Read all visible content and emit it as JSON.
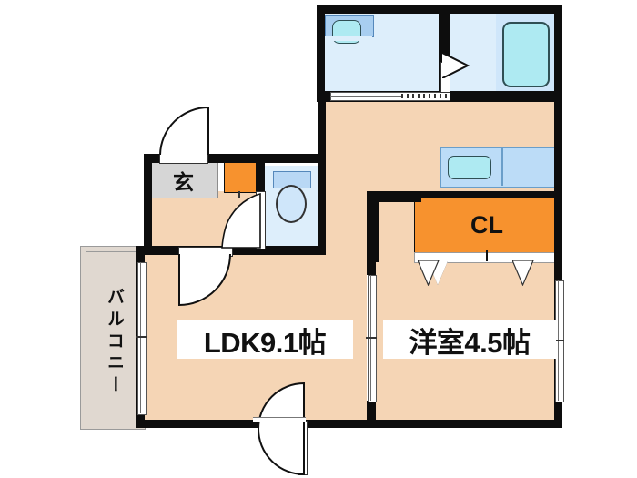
{
  "plan": {
    "type": "floor-plan",
    "unit_layout": "1LDK",
    "rooms": [
      {
        "id": "ldk",
        "label": "LDK9.1帖",
        "name": "living-dining-kitchen",
        "size_jo": 9.1
      },
      {
        "id": "washitsu",
        "label": "洋室4.5帖",
        "name": "western-bedroom",
        "size_jo": 4.5
      },
      {
        "id": "closet",
        "label": "CL",
        "name": "closet"
      },
      {
        "id": "genkan",
        "label": "玄",
        "name": "entrance"
      },
      {
        "id": "balcony",
        "label": "バルコニー",
        "name": "balcony"
      }
    ]
  },
  "labels": {
    "ldk": "LDK9.1帖",
    "bedroom": "洋室4.5帖",
    "closet": "CL",
    "genkan": "玄",
    "balcony": "バルコニー"
  },
  "fixtures": {
    "toilet": "toilet",
    "bathtub": "bathtub",
    "washbasin": "wash-basin",
    "kitchen_sink": "kitchen-sink",
    "shoe_cabinet": "shoe-cabinet"
  },
  "colors": {
    "wall": "#0d0d0d",
    "floor": "#f5d5b5",
    "wet_area": "#ddeefb",
    "wet_area_alt": "#cfe6fa",
    "closet_orange": "#f7922e",
    "tile_gray": "#d6d6d6",
    "balcony_gray": "#e0d8d0",
    "fixture_cyan": "#aeeaf2",
    "counter_blue": "#bcdcf7",
    "background": "#ffffff"
  }
}
